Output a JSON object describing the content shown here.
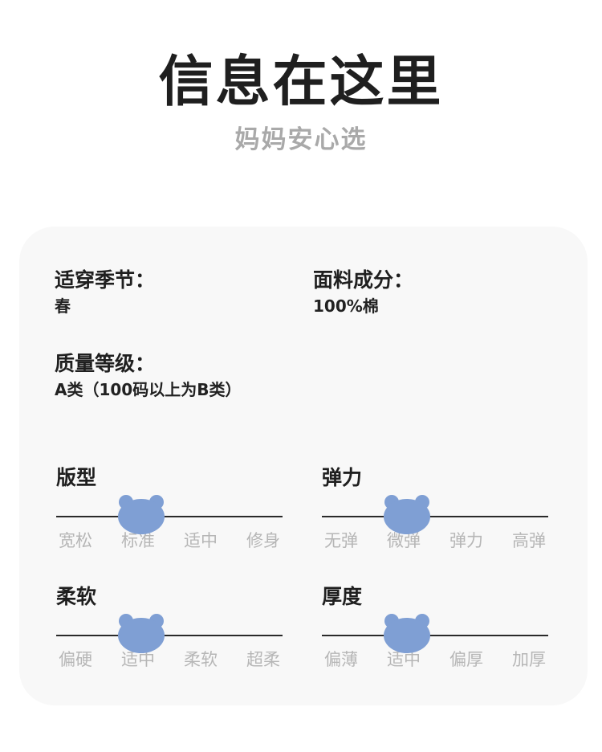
{
  "header": {
    "title": "信息在这里",
    "subtitle": "妈妈安心选"
  },
  "info": [
    {
      "label": "适穿季节：",
      "value": "春"
    },
    {
      "label": "面料成分：",
      "value": "100%棉"
    },
    {
      "label": "质量等级：",
      "value": "A类（100码以上为B类）"
    }
  ],
  "sliders": [
    {
      "title": "版型",
      "options": [
        "宽松",
        "标准",
        "适中",
        "修身"
      ],
      "selected": 1
    },
    {
      "title": "弹力",
      "options": [
        "无弹",
        "微弹",
        "弹力",
        "高弹"
      ],
      "selected": 1
    },
    {
      "title": "柔软",
      "options": [
        "偏硬",
        "适中",
        "柔软",
        "超柔"
      ],
      "selected": 1
    },
    {
      "title": "厚度",
      "options": [
        "偏薄",
        "适中",
        "偏厚",
        "加厚"
      ],
      "selected": 1
    }
  ],
  "colors": {
    "bear": "#7f9fd4",
    "track": "#2a2a2a",
    "tick_text": "#b6b6b6",
    "card_bg": "#f8f8f8"
  }
}
